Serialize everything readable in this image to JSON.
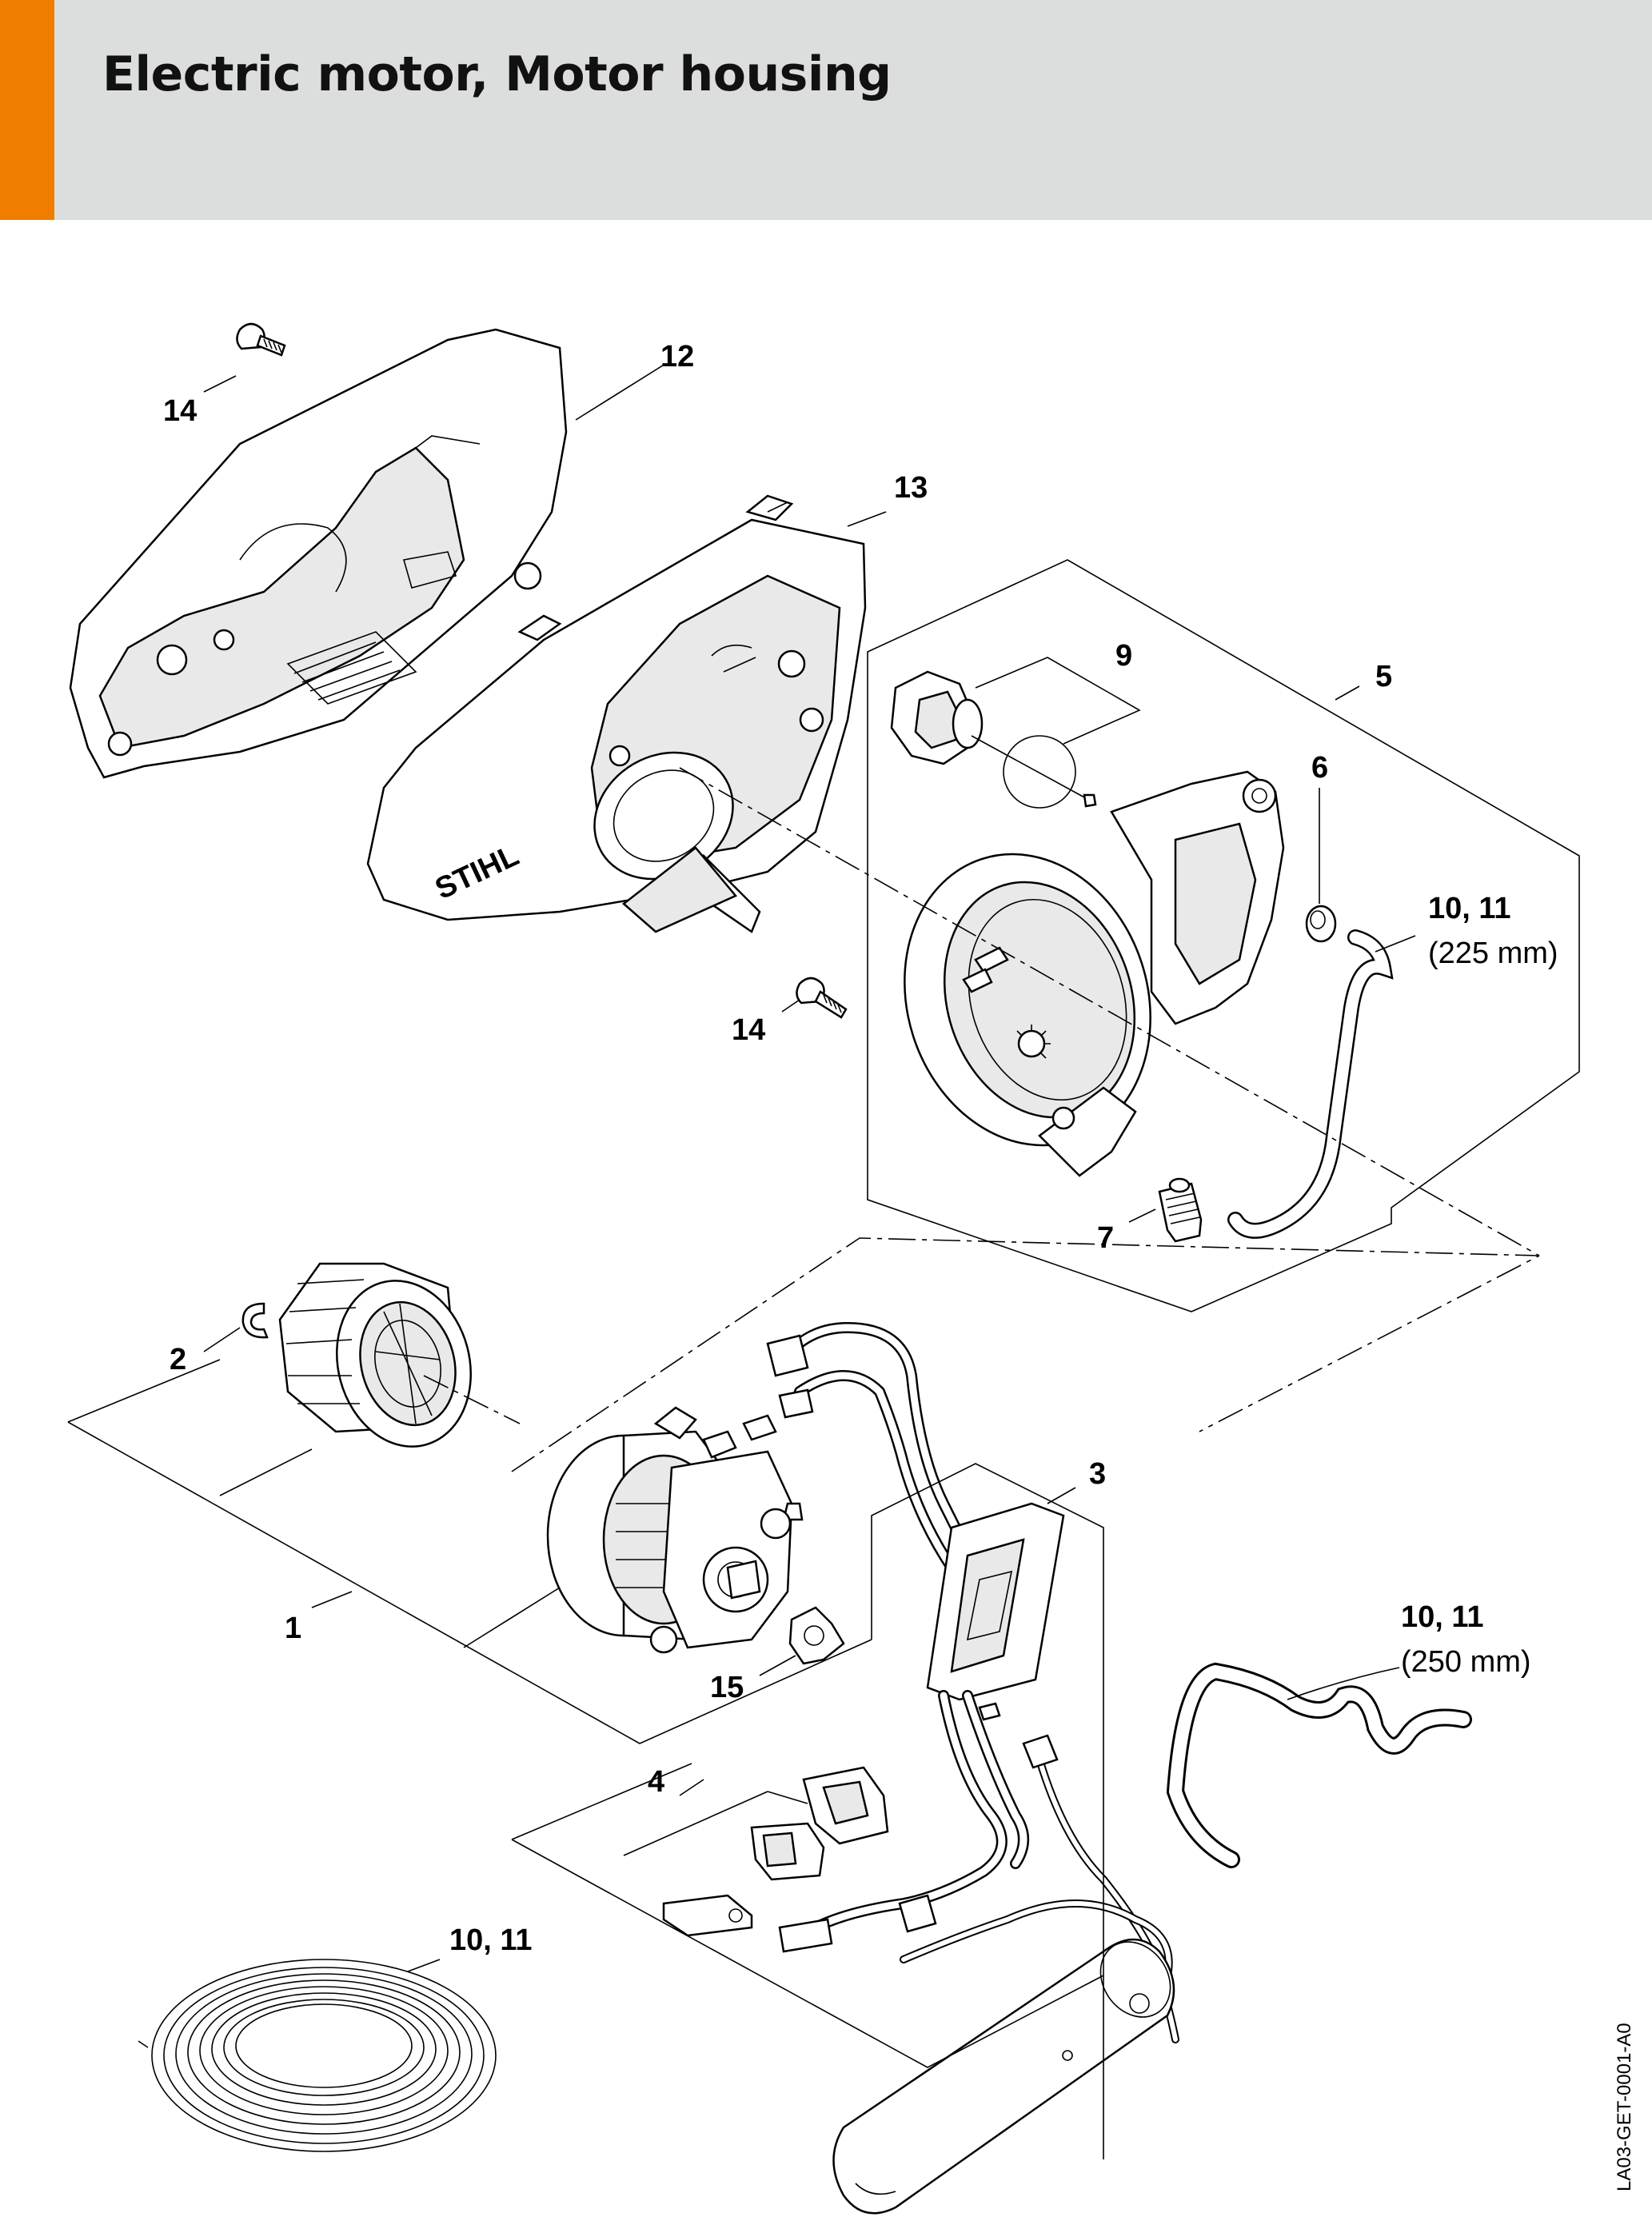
{
  "header": {
    "title": "Electric motor, Motor housing",
    "accent_color": "#f07d00",
    "background_color": "#dcdddd"
  },
  "callouts": {
    "c12": "12",
    "c14_top": "14",
    "c13": "13",
    "c9": "9",
    "c5": "5",
    "c6": "6",
    "c10_11_a": "10, 11",
    "c10_11_a_len": "(225 mm)",
    "c14_mid": "14",
    "c7": "7",
    "c2": "2",
    "c3": "3",
    "c1": "1",
    "c15": "15",
    "c10_11_b": "10, 11",
    "c10_11_b_len": "(250 mm)",
    "c4": "4",
    "c10_11_c": "10, 11"
  },
  "brand_mark": "STIHL",
  "reference_code": "LA03-GET-0001-A0"
}
